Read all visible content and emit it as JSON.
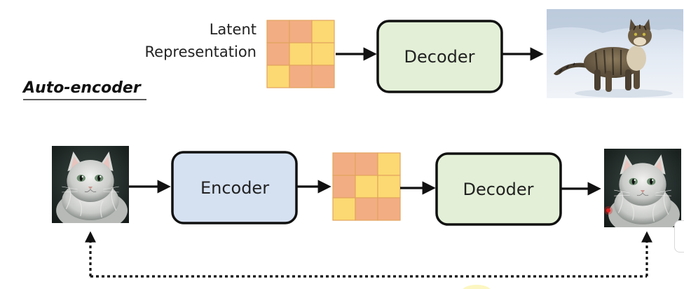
{
  "top_row": {
    "latent_label_line1": "Latent",
    "latent_label_line2": "Representation",
    "decoder_label": "Decoder"
  },
  "section_title": "Auto-encoder",
  "bottom_row": {
    "encoder_label": "Encoder",
    "decoder_label": "Decoder"
  },
  "colors": {
    "latent_orange": "#f3ad82",
    "latent_yellow": "#fcd972",
    "latent_border": "#e2a45e",
    "decoder_fill": "#e3f0d7",
    "encoder_fill": "#d5e1f1",
    "box_stroke": "#111111",
    "arrow": "#111111",
    "recording_dot": "#e02020"
  },
  "latent_pattern": [
    [
      "o",
      "o",
      "y"
    ],
    [
      "o",
      "y",
      "y"
    ],
    [
      "y",
      "o",
      "o"
    ]
  ]
}
